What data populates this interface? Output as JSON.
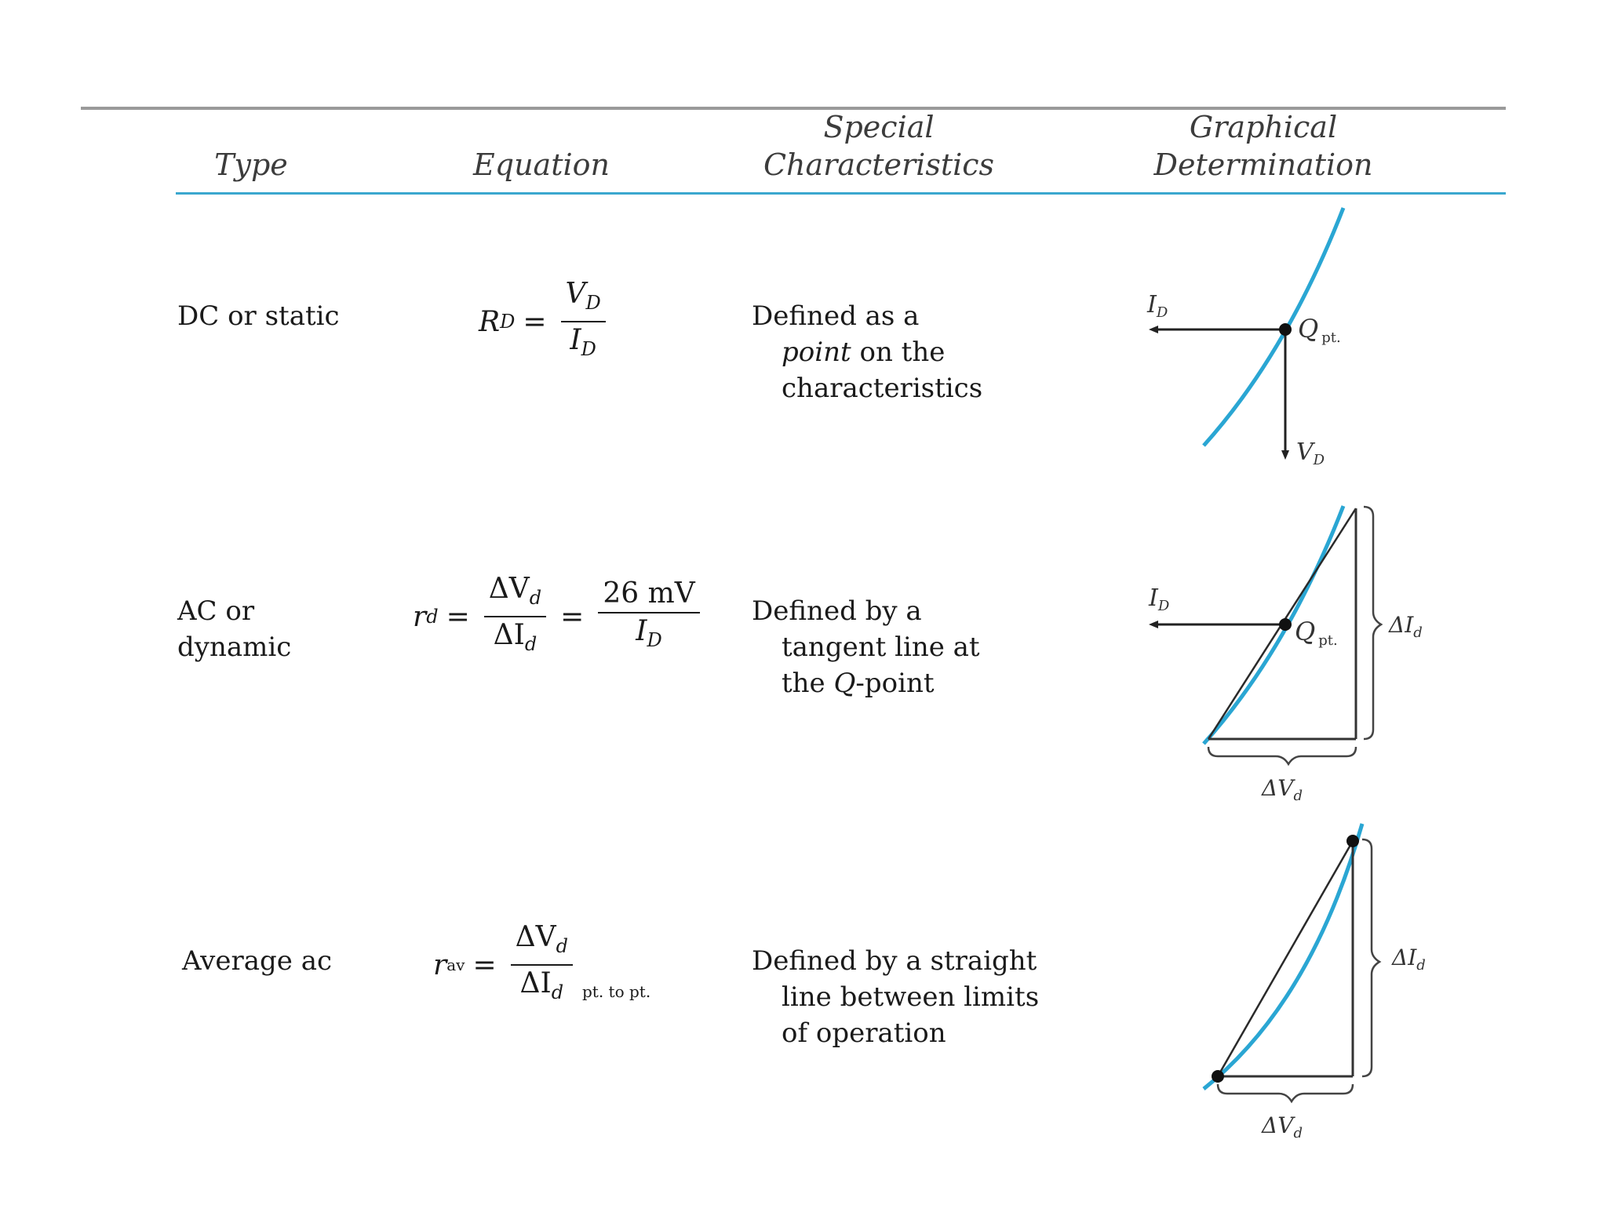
{
  "headers": {
    "type": "Type",
    "equation": "Equation",
    "special_1": "Special",
    "special_2": "Characteristics",
    "graph_1": "Graphical",
    "graph_2": "Determination"
  },
  "rows": [
    {
      "type_lines": [
        "DC or static"
      ],
      "equation": {
        "lhs": "R",
        "lhs_sub": "D",
        "num": "V",
        "num_sub": "D",
        "den": "I",
        "den_sub": "D"
      },
      "char": {
        "l1": "Defined as a",
        "l2a": "point",
        "l2b": " on the",
        "l3": "characteristics"
      },
      "graph": {
        "i_label": "I",
        "i_sub": "D",
        "v_label": "V",
        "v_sub": "D",
        "q_label": "Q",
        "q_sub": "pt."
      }
    },
    {
      "type_lines": [
        "AC or",
        "dynamic"
      ],
      "equation": {
        "lhs": "r",
        "lhs_sub": "d",
        "num": "ΔV",
        "num_sub": "d",
        "den": "ΔI",
        "den_sub": "d",
        "num2": "26 mV",
        "den2": "I",
        "den2_sub": "D"
      },
      "char": {
        "l1": "Defined by a",
        "l2": "tangent line at",
        "l3a": "the ",
        "l3b": "Q",
        "l3c": "-point"
      },
      "graph": {
        "i_label": "I",
        "i_sub": "D",
        "q_label": "Q",
        "q_sub": "pt.",
        "di_label": "ΔI",
        "di_sub": "d",
        "dv_label": "ΔV",
        "dv_sub": "d"
      }
    },
    {
      "type_lines": [
        "Average ac"
      ],
      "equation": {
        "lhs": "r",
        "lhs_sub": "av",
        "num": "ΔV",
        "num_sub": "d",
        "den": "ΔI",
        "den_sub": "d",
        "limits": "pt. to pt."
      },
      "char": {
        "l1": "Defined by a straight",
        "l2": "line between limits",
        "l3": "of operation"
      },
      "graph": {
        "di_label": "ΔI",
        "di_sub": "d",
        "dv_label": "ΔV",
        "dv_sub": "d"
      }
    }
  ],
  "colors": {
    "curve": "#2aa6d3",
    "rule_top": "#9a9a9a",
    "rule_head": "#3aa7cf",
    "ink": "#1a1a1a"
  }
}
